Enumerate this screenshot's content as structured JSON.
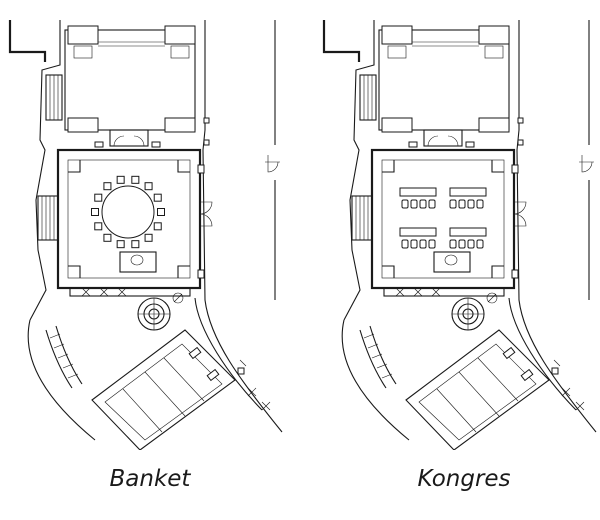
{
  "plans": [
    {
      "id": "banket",
      "label": "Banket",
      "layout": "round-table-banquet"
    },
    {
      "id": "kongres",
      "label": "Kongres",
      "layout": "classroom-congress"
    }
  ]
}
